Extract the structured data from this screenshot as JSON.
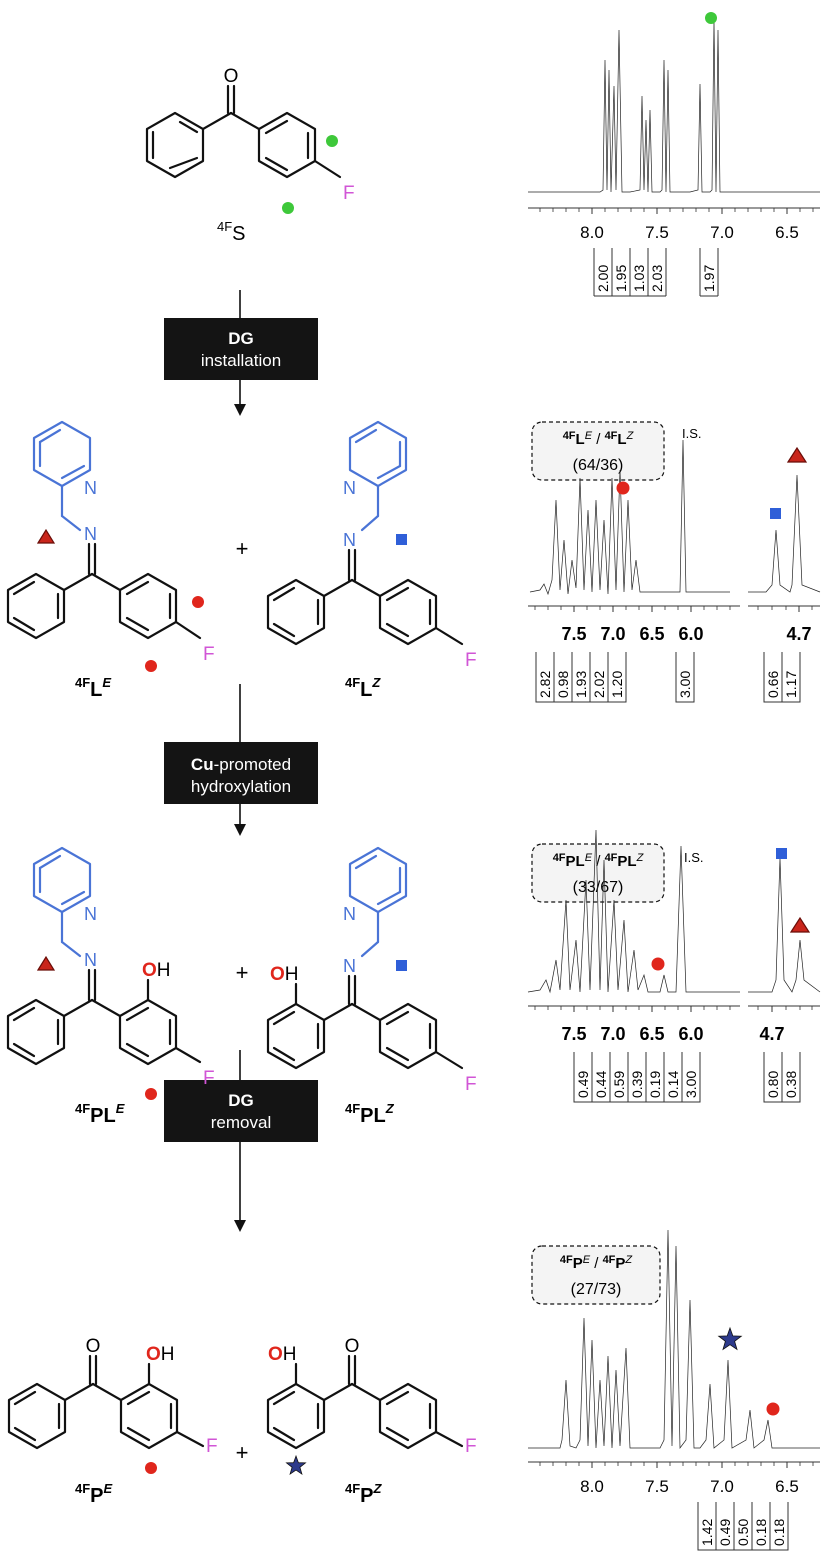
{
  "colors": {
    "blue": "#4a74d6",
    "red": "#e0261c",
    "green": "#3ec83a",
    "magenta": "#d155d6",
    "navy": "#2d3a8c",
    "black": "#111111"
  },
  "steps": [
    {
      "bold": "DG",
      "rest": "installation"
    },
    {
      "bold": "Cu",
      "rest": "-promoted",
      "line2": "hydroxylation"
    },
    {
      "bold": "DG",
      "rest": "removal"
    }
  ],
  "atoms": {
    "O": "O",
    "F": "F",
    "N": "N",
    "H": "H"
  },
  "plus": "+",
  "compounds": {
    "s": {
      "sup": "4F",
      "main": "S"
    },
    "le": {
      "sup": "4F",
      "main": "L",
      "iso": "E"
    },
    "lz": {
      "sup": "4F",
      "main": "L",
      "iso": "Z"
    },
    "ple": {
      "sup": "4F",
      "main": "PL",
      "iso": "E"
    },
    "plz": {
      "sup": "4F",
      "main": "PL",
      "iso": "Z"
    },
    "pe": {
      "sup": "4F",
      "main": "P",
      "iso": "E"
    },
    "pz": {
      "sup": "4F",
      "main": "P",
      "iso": "Z"
    }
  },
  "spectra": [
    {
      "axis_ticks": [
        "8.0",
        "7.5",
        "7.0",
        "6.5"
      ],
      "integrals": [
        "2.00",
        "1.95",
        "1.03",
        "2.03",
        "1.97"
      ]
    },
    {
      "box_title_a": "4F",
      "box_title_b": "L",
      "box_title_iso_a": "E",
      "box_title_iso_b": "Z",
      "ratio": "(64/36)",
      "is_label": "I.S.",
      "axis_ticks": [
        "7.5",
        "7.0",
        "6.5",
        "6.0"
      ],
      "axis_ticks_right": [
        "4.7"
      ],
      "integrals": [
        "2.82",
        "0.98",
        "1.93",
        "2.02",
        "1.20",
        "3.00"
      ],
      "integrals_right": [
        "0.66",
        "1.17"
      ]
    },
    {
      "box_title_a": "4F",
      "box_title_b": "PL",
      "box_title_iso_a": "E",
      "box_title_iso_b": "Z",
      "ratio": "(33/67)",
      "is_label": "I.S.",
      "axis_ticks": [
        "7.5",
        "7.0",
        "6.5",
        "6.0"
      ],
      "axis_ticks_right": [
        "4.7"
      ],
      "integrals": [
        "0.49",
        "0.44",
        "0.59",
        "0.39",
        "0.19",
        "0.14",
        "3.00"
      ],
      "integrals_right": [
        "0.80",
        "0.38"
      ]
    },
    {
      "box_title_a": "4F",
      "box_title_b": "P",
      "box_title_iso_a": "E",
      "box_title_iso_b": "Z",
      "ratio": "(27/73)",
      "axis_ticks": [
        "8.0",
        "7.5",
        "7.0",
        "6.5"
      ],
      "integrals": [
        "1.42",
        "0.49",
        "0.50",
        "0.18",
        "0.18"
      ]
    }
  ]
}
